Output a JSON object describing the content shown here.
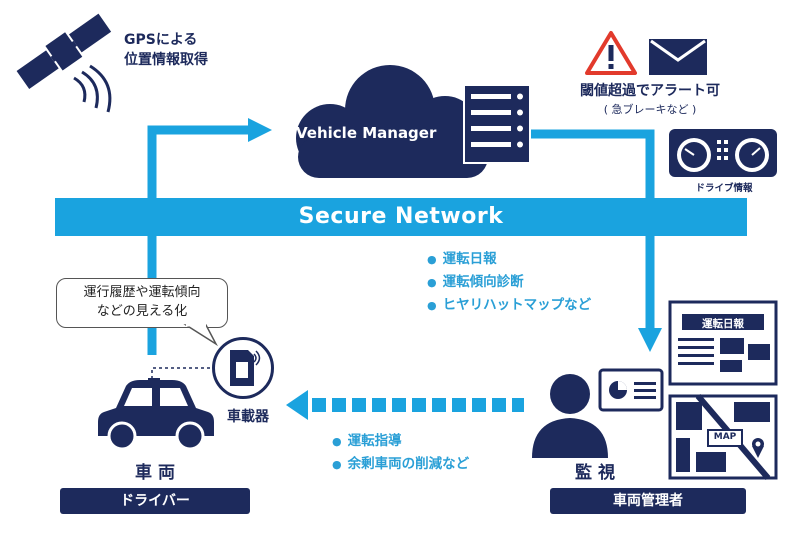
{
  "gps": {
    "line1": "GPSによる",
    "line2": "位置情報取得"
  },
  "cloud": {
    "label": "Vehicle Manager"
  },
  "alert": {
    "title": "閾値超過でアラート可",
    "sub": "( 急ブレーキなど )"
  },
  "dashboard": {
    "label": "ドライブ情報"
  },
  "network": {
    "label": "Secure Network"
  },
  "bubble": {
    "line1": "運行履歴や運転傾向",
    "line2": "などの見える化"
  },
  "bullets_right": [
    "運転日報",
    "運転傾向診断",
    "ヒヤリハットマップなど"
  ],
  "bullets_bottom": [
    "運転指導",
    "余剰車両の削減など"
  ],
  "device": {
    "label": "車載器"
  },
  "car": {
    "title": "車 両",
    "role": "ドライバー"
  },
  "manager": {
    "title": "監 視",
    "role": "車両管理者"
  },
  "report": {
    "label": "運転日報"
  },
  "map": {
    "label": "MAP"
  },
  "colors": {
    "navy": "#1d2a5c",
    "blue": "#1aa3df",
    "alert_red": "#e23a2c"
  }
}
